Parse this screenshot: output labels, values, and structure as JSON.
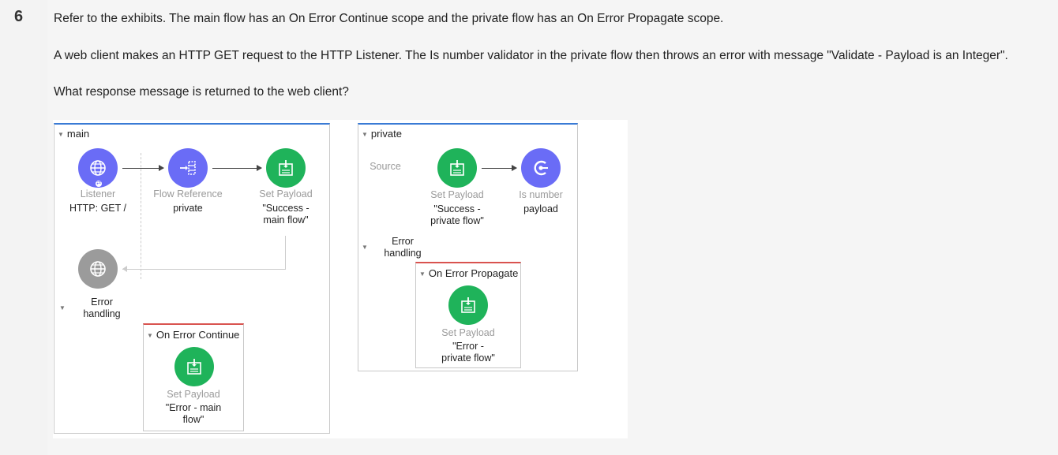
{
  "question": {
    "number": "6",
    "line1": "Refer to the exhibits. The main flow has an On Error Continue scope and the private flow has an On Error Propagate scope.",
    "line2": "A web client makes an HTTP GET request to the HTTP Listener. The Is number validator in the private flow then throws an error with message \"Validate - Payload is an Integer\".",
    "line3": "What response message is returned to the web client?"
  },
  "main_flow": {
    "title": "main",
    "listener": {
      "type": "Listener",
      "name": "HTTP: GET /"
    },
    "flow_reference": {
      "type": "Flow Reference",
      "name": "private"
    },
    "set_payload": {
      "type": "Set Payload",
      "line1": "\"Success -",
      "line2": "main flow\""
    },
    "error_handling": {
      "line1": "Error",
      "line2": "handling"
    },
    "on_error_continue": {
      "title": "On Error Continue",
      "set_payload": {
        "type": "Set Payload",
        "line1": "\"Error - main",
        "line2": "flow\""
      }
    }
  },
  "private_flow": {
    "title": "private",
    "source_label": "Source",
    "set_payload": {
      "type": "Set Payload",
      "line1": "\"Success -",
      "line2": "private flow\""
    },
    "is_number": {
      "type": "Is number",
      "name": "payload"
    },
    "error_handling": {
      "line1": "Error",
      "line2": "handling"
    },
    "on_error_propagate": {
      "title": "On Error Propagate",
      "set_payload": {
        "type": "Set Payload",
        "line1": "\"Error -",
        "line2": "private flow\""
      }
    }
  },
  "colors": {
    "connector": "#6a6cf6",
    "transformer": "#1fb35a",
    "disabled": "#9b9b9b",
    "flow_border": "#3a7bd5",
    "error_scope_border": "#d9534f"
  },
  "icons": {
    "listener": "globe-icon",
    "flow_reference": "flow-reference-icon",
    "set_payload": "set-payload-icon",
    "is_number": "validation-icon",
    "response": "globe-icon"
  }
}
